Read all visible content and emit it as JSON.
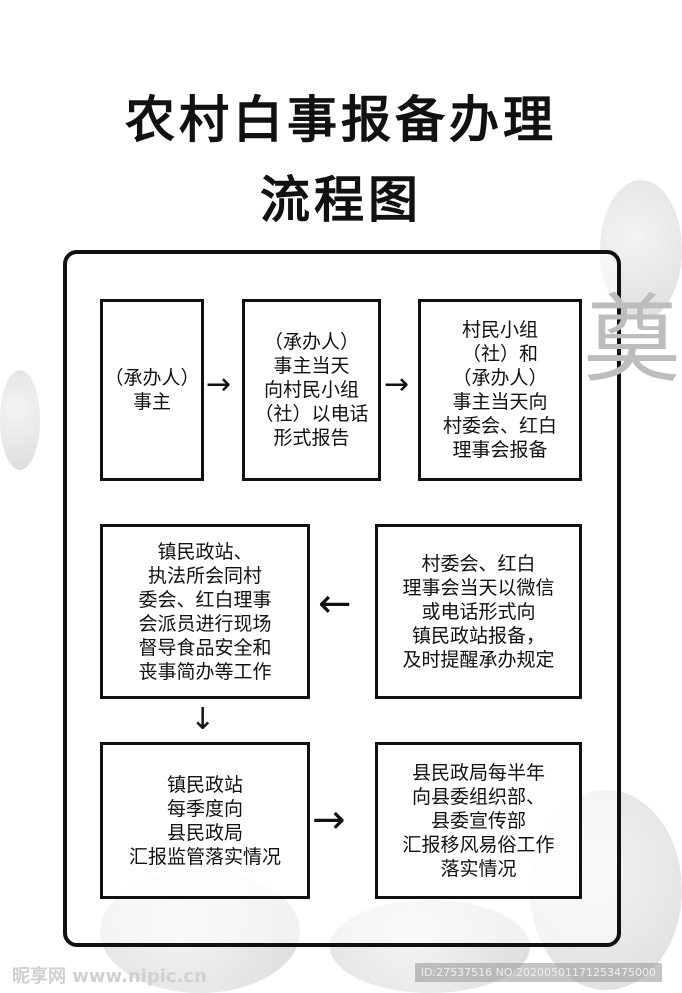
{
  "title": {
    "line1": "农村白事报备办理",
    "line2": "流程图"
  },
  "background_char": "奠",
  "steps": [
    {
      "text": "（承办人）\n事主"
    },
    {
      "text": "（承办人）\n事主当天\n向村民小组\n（社）以电话\n形式报告"
    },
    {
      "text": "村民小组\n（社）和\n（承办人）\n事主当天向\n村委会、红白\n理事会报备"
    },
    {
      "text": "村委会、红白\n理事会当天以微信\n或电话形式向\n镇民政站报备，\n及时提醒承办规定"
    },
    {
      "text": "镇民政站、\n执法所会同村\n委会、红白理事\n会派员进行现场\n督导食品安全和\n丧事简办等工作"
    },
    {
      "text": "镇民政站\n每季度向\n县民政局\n汇报监管落实情况"
    },
    {
      "text": "县民政局每半年\n向县委组织部、\n县委宣传部\n汇报移风易俗工作\n落实情况"
    }
  ],
  "arrows": {
    "right": "→",
    "left": "←",
    "down": "↓"
  },
  "watermark": {
    "logo": "昵享网 www.nipic.cn",
    "id": "ID:27537516 NO:20200501171253475000"
  }
}
